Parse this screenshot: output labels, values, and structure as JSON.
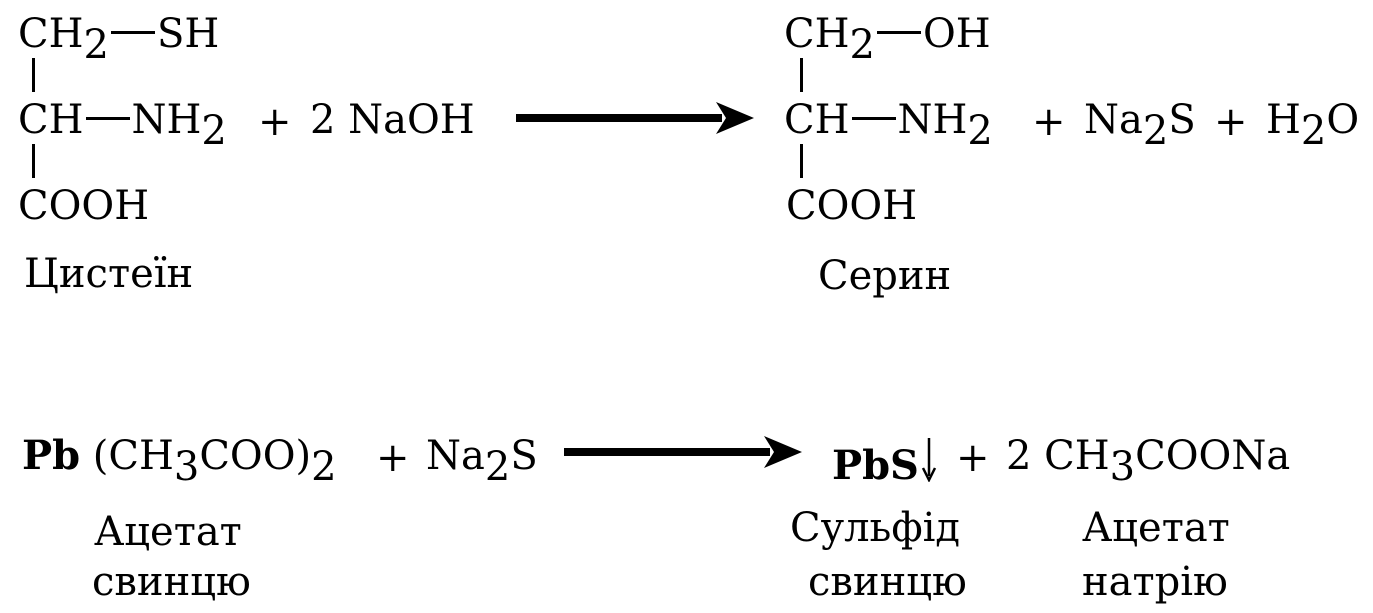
{
  "reaction1": {
    "cysteine": {
      "row1": {
        "a": "CH",
        "sub": "2",
        "b": "SH"
      },
      "row2": {
        "a": "CH",
        "b": "NH",
        "sub": "2"
      },
      "row3": "COOH",
      "name": "Цистеїн"
    },
    "plus1": "+",
    "reagent": "2 NaOH",
    "serine": {
      "row1": {
        "a": "CH",
        "sub": "2",
        "b": "OH"
      },
      "row2": {
        "a": "CH",
        "b": "NH",
        "sub": "2"
      },
      "row3": "COOH",
      "name": "Серин"
    },
    "plus2": "+",
    "product2": {
      "a": "Na",
      "sub": "2",
      "b": "S"
    },
    "plus3": "+",
    "product3": {
      "a": "H",
      "sub": "2",
      "b": "O"
    }
  },
  "reaction2": {
    "lead_acetate": {
      "pb": "Pb",
      "open": "(CH",
      "sub1": "3",
      "mid": "COO)",
      "sub2": "2",
      "name_line1": "Ацетат",
      "name_line2": "свинцю"
    },
    "plus1": "+",
    "sodium_sulfide": {
      "a": "Na",
      "sub": "2",
      "b": "S"
    },
    "lead_sulfide": {
      "formula": "PbS",
      "name_line1": "Сульфід",
      "name_line2": "свинцю"
    },
    "plus2": "+",
    "sodium_acetate": {
      "coef": "2",
      "a": "CH",
      "sub": "3",
      "b": "COONa",
      "name_line1": "Ацетат",
      "name_line2": "натрію"
    }
  }
}
